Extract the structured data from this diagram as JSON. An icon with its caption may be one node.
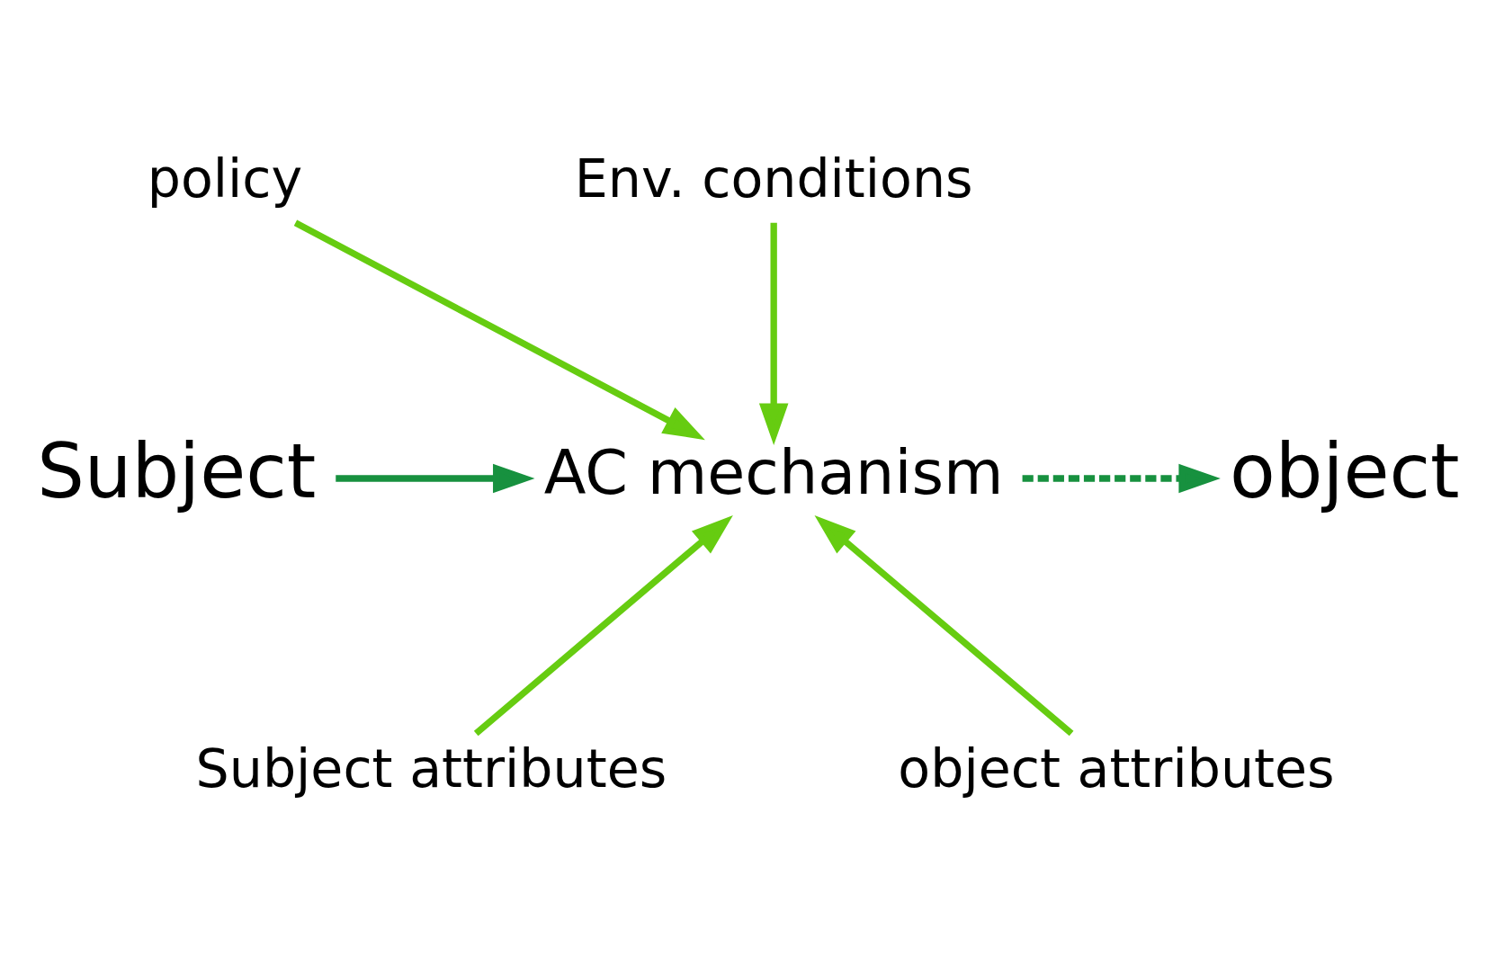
{
  "diagram": {
    "nodes": [
      {
        "text": [
          "policy"
        ]
      },
      {
        "text": [
          "Env. conditions"
        ]
      },
      {
        "text": [
          "Subject"
        ]
      },
      {
        "text": [
          "AC mechanism"
        ]
      },
      {
        "text": [
          "object"
        ]
      },
      {
        "text": [
          "Subject attributes"
        ]
      },
      {
        "text": [
          "object attributes"
        ]
      }
    ],
    "edges": [
      {
        "from": 0,
        "to": 3,
        "arrow": "to"
      },
      {
        "from": 1,
        "to": 3,
        "arrow": "to"
      },
      {
        "from": 2,
        "to": 3,
        "arrow": "to",
        "color": "#17913f"
      },
      {
        "from": 3,
        "to": 4,
        "arrow": "to",
        "style": "dashed",
        "color": "#17913f"
      },
      {
        "from": 5,
        "to": 3,
        "arrow": "to"
      },
      {
        "from": 6,
        "to": 3,
        "arrow": "to"
      }
    ]
  }
}
